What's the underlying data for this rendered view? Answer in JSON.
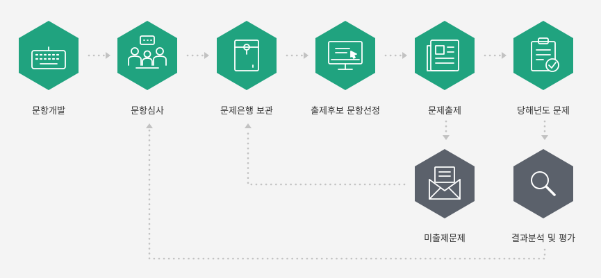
{
  "colors": {
    "primary": "#20a37f",
    "secondary": "#5b616b",
    "connector": "#c2c2c2",
    "text": "#333333",
    "background": "#f4f4f4"
  },
  "steps": [
    {
      "id": "development",
      "label": "문항개발",
      "icon": "keyboard-icon"
    },
    {
      "id": "review",
      "label": "문항심사",
      "icon": "meeting-icon"
    },
    {
      "id": "bank",
      "label": "문제은행 보관",
      "icon": "envelope-storage-icon"
    },
    {
      "id": "selection",
      "label": "출제후보 문항선정",
      "icon": "monitor-cursor-icon"
    },
    {
      "id": "issue",
      "label": "문제출제",
      "icon": "document-icon"
    },
    {
      "id": "current",
      "label": "당해년도 문제",
      "icon": "clipboard-check-icon"
    }
  ],
  "substeps": [
    {
      "id": "unissued",
      "label": "미출제문제",
      "icon": "mail-open-icon"
    },
    {
      "id": "analysis",
      "label": "결과분석 및 평가",
      "icon": "magnifier-icon"
    }
  ]
}
